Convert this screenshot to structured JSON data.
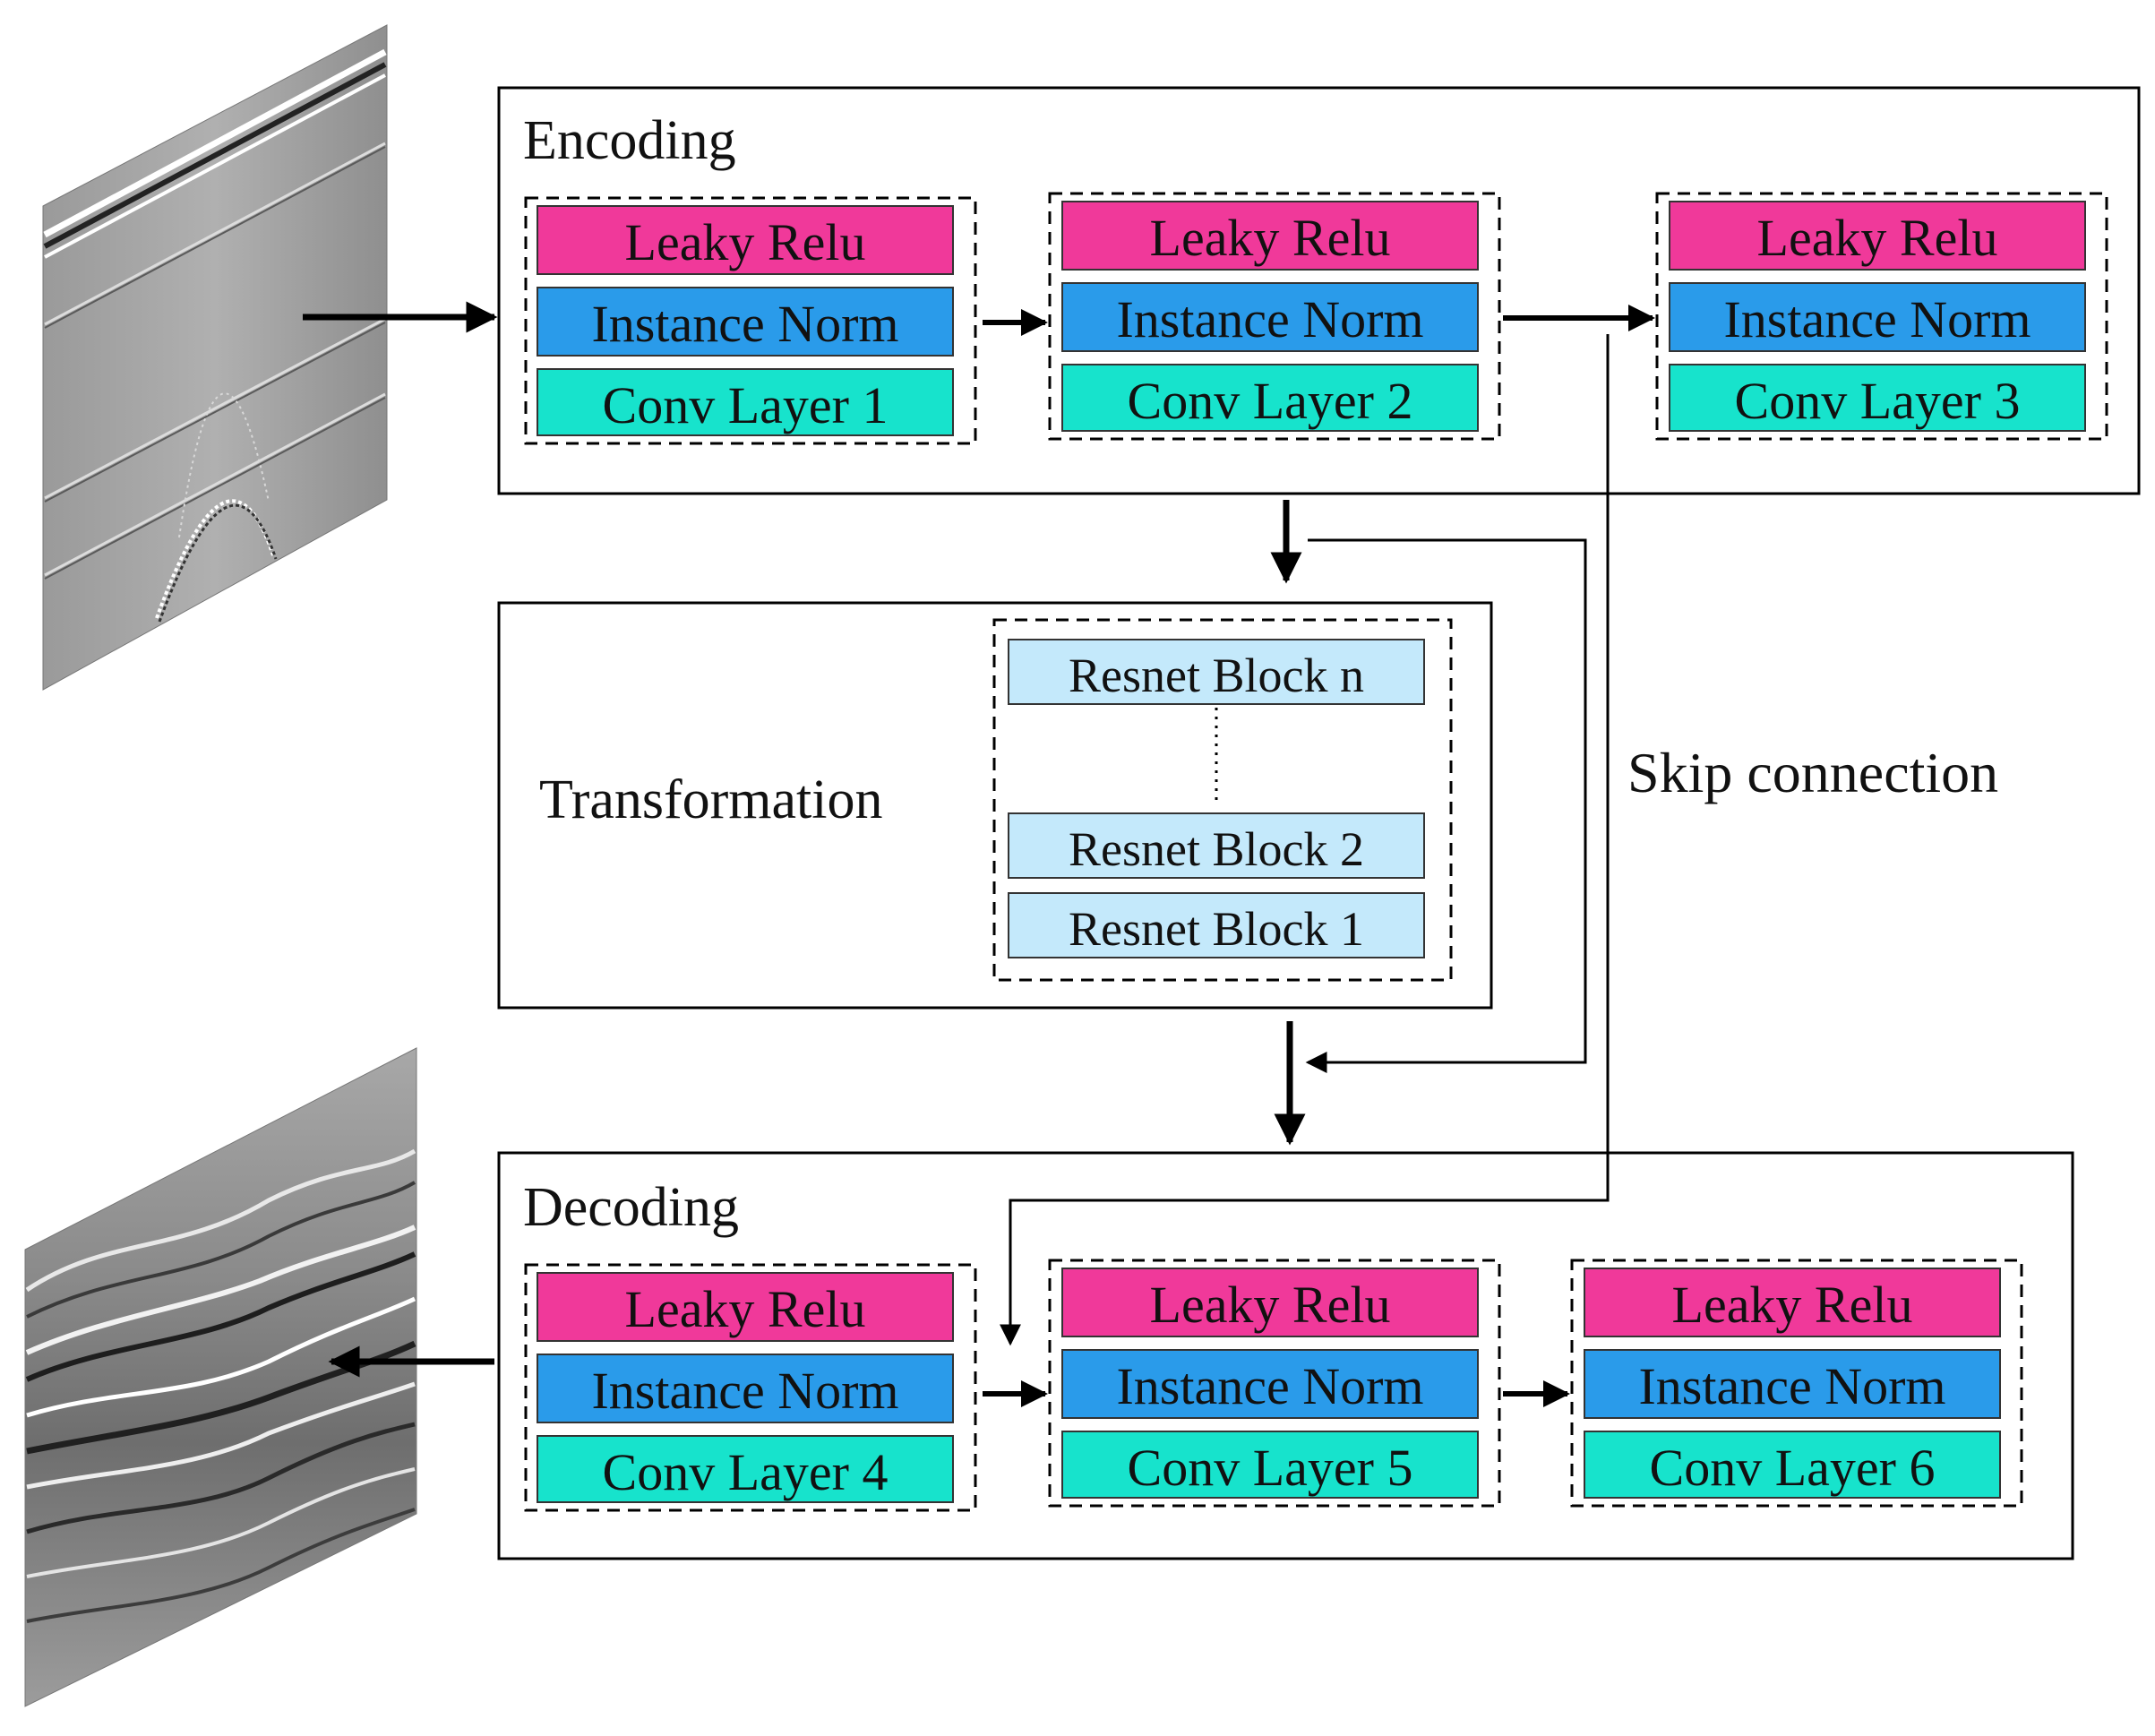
{
  "colors": {
    "leaky_relu": "#f0399a",
    "instance_norm": "#2a9bea",
    "conv_layer": "#17e3cc",
    "resnet_block": "#c4e9fb",
    "line": "#000000"
  },
  "images": {
    "input_icon": "synthetic-seismic-input-image",
    "output_icon": "field-seismic-output-image"
  },
  "encoding": {
    "title": "Encoding",
    "blocks": [
      {
        "relu": "Leaky Relu",
        "norm": "Instance Norm",
        "conv": "Conv Layer 1"
      },
      {
        "relu": "Leaky Relu",
        "norm": "Instance Norm",
        "conv": "Conv Layer 2"
      },
      {
        "relu": "Leaky Relu",
        "norm": "Instance Norm",
        "conv": "Conv Layer 3"
      }
    ]
  },
  "transformation": {
    "title": "Transformation",
    "blocks": [
      "Resnet Block n",
      "Resnet Block 2",
      "Resnet Block 1"
    ]
  },
  "decoding": {
    "title": "Decoding",
    "blocks": [
      {
        "relu": "Leaky Relu",
        "norm": "Instance Norm",
        "conv": "Conv Layer 4"
      },
      {
        "relu": "Leaky Relu",
        "norm": "Instance Norm",
        "conv": "Conv Layer 5"
      },
      {
        "relu": "Leaky Relu",
        "norm": "Instance Norm",
        "conv": "Conv Layer 6"
      }
    ]
  },
  "skip_connection": {
    "label": "Skip connection"
  }
}
